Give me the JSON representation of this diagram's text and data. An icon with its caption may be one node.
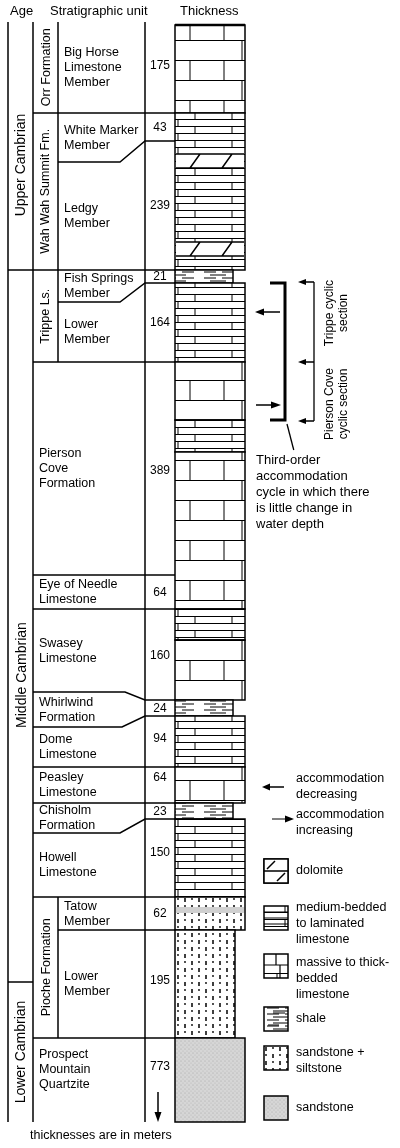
{
  "diagram": {
    "caption": "thicknesses are in meters",
    "nodes": [
      {
        "text": [
          "Upper Cambrian"
        ]
      },
      {
        "text": [
          "Orr Formation"
        ]
      },
      {
        "text": [
          "Big Horse Limestone Member"
        ]
      },
      {
        "text": [
          "Wah Wah Summit Fm."
        ]
      },
      {
        "text": [
          "White Marker Member"
        ]
      },
      {
        "text": [
          "Ledgy Member"
        ]
      },
      {
        "text": [
          "Middle Cambrian"
        ]
      },
      {
        "text": [
          "Trippe Ls."
        ]
      },
      {
        "text": [
          "Fish Springs Member"
        ]
      },
      {
        "text": [
          "Lower Member"
        ]
      },
      {
        "text": [
          "Pierson Cove Formation"
        ]
      },
      {
        "text": [
          "Eye of Needle Limestone"
        ]
      },
      {
        "text": [
          "Swasey Limestone"
        ]
      },
      {
        "text": [
          "Whirlwind Formation"
        ]
      },
      {
        "text": [
          "Dome Limestone"
        ]
      },
      {
        "text": [
          "Peasley Limestone"
        ]
      },
      {
        "text": [
          "Chisholm Formation"
        ]
      },
      {
        "text": [
          "Howell Limestone"
        ]
      },
      {
        "text": [
          "Pioche Formation"
        ]
      },
      {
        "text": [
          "Tatow Member"
        ]
      },
      {
        "text": [
          "Lower Member"
        ]
      },
      {
        "text": [
          "Lower Cambrian"
        ]
      },
      {
        "text": [
          "Prospect Mountain Quartzite"
        ]
      },
      {
        "text": [],
        "shape": "bracket"
      },
      {
        "text": [
          "Third-order accommodation cycle in which there is little change in water depth"
        ]
      }
    ],
    "edges": [
      {
        "from": 24,
        "to": 23,
        "arrow": "none"
      }
    ],
    "labels": [
      "Age",
      "Stratigraphic unit",
      "Thickness",
      "175",
      "43",
      "239",
      "21",
      "Trippe cyclic section",
      "164",
      "Pierson Cove cyclic section",
      "389",
      "64",
      "160",
      "24",
      "94",
      "64",
      "23",
      "150",
      "62",
      "195",
      "773"
    ],
    "legend": [
      {
        "text": "accommodation decreasing"
      },
      {
        "text": "accommodation increasing"
      },
      {
        "text": "dolomite"
      },
      {
        "text": "medium-bedded to laminated limestone"
      },
      {
        "text": "massive to thick-bedded limestone"
      },
      {
        "text": "shale"
      },
      {
        "text": "sandstone + siltstone"
      },
      {
        "text": "sandstone"
      }
    ]
  }
}
